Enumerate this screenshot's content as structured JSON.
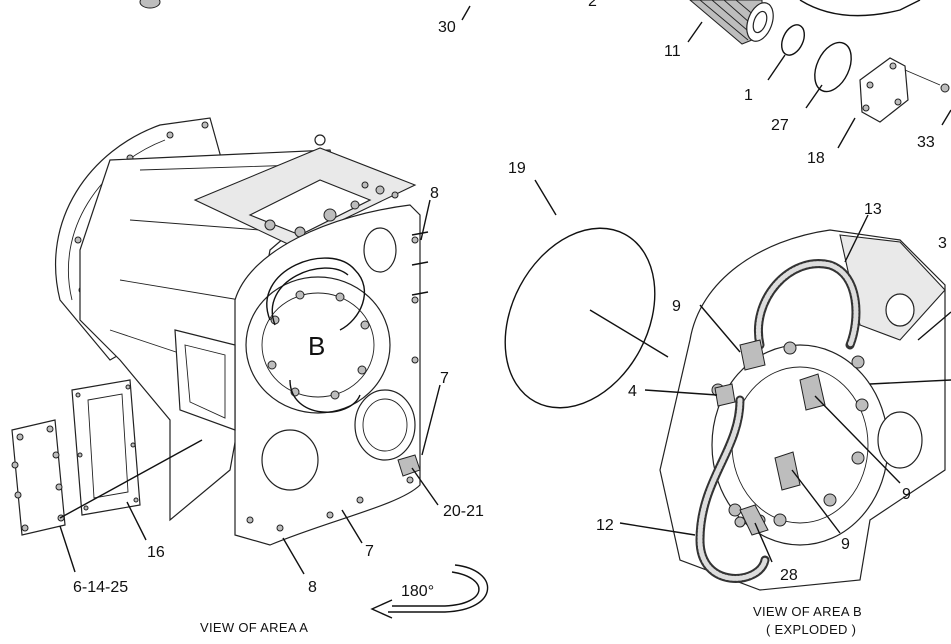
{
  "callouts": {
    "c30": "30",
    "c11": "11",
    "c1": "1",
    "c27": "27",
    "c18": "18",
    "c33": "33",
    "c19": "19",
    "c13": "13",
    "c3": "3",
    "c9a": "9",
    "c4": "4",
    "c9b": "9",
    "c9c": "9",
    "c12": "12",
    "c28": "28",
    "c8a": "8",
    "c7a": "7",
    "c20_21": "20-21",
    "c7b": "7",
    "c8b": "8",
    "c16": "16",
    "c6_14_25": "6-14-25",
    "c2": "2"
  },
  "area_marker": "B",
  "rotation_label": "180°",
  "captions": {
    "view_a": "VIEW OF AREA A",
    "view_b_line1": "VIEW OF AREA B",
    "view_b_line2": "( EXPLODED )"
  }
}
